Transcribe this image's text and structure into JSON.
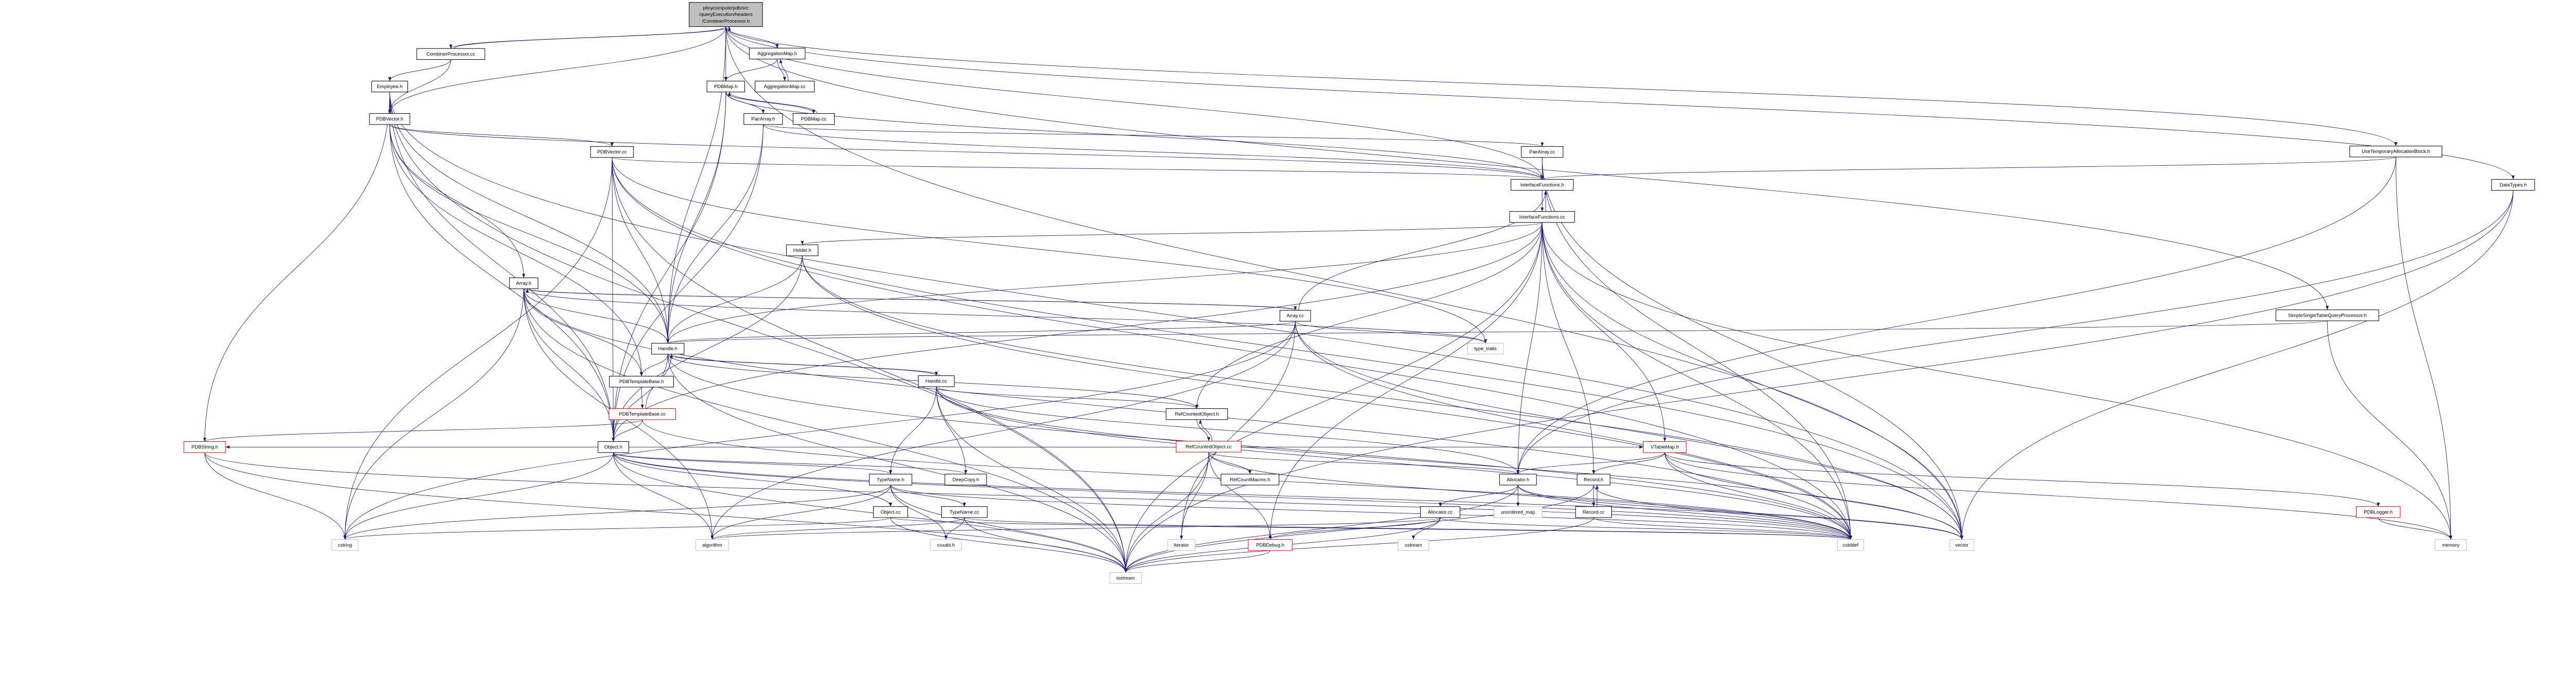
{
  "graph": {
    "edge_color": "#191970",
    "root_fill": "#bfbfbf",
    "external_border": "#bfbfbf",
    "missing_border": "#ff0000",
    "nodes": {
      "root": {
        "lines": [
          "plinycompute/pdb/src",
          "/queryExecution/headers",
          "/CombinerProcessor.h"
        ],
        "kind": "root"
      },
      "combinerprocessor_cc": {
        "label": "CombinerProcessor.cc",
        "kind": "normal"
      },
      "aggregationmap_h": {
        "label": "AggregationMap.h",
        "kind": "normal"
      },
      "pdbmap_h": {
        "label": "PDBMap.h",
        "kind": "normal"
      },
      "aggregationmap_cc": {
        "label": "AggregationMap.cc",
        "kind": "normal"
      },
      "employee_h": {
        "label": "Employee.h",
        "kind": "normal"
      },
      "pdbvector_h": {
        "label": "PDBVector.h",
        "kind": "normal"
      },
      "pairarray_h": {
        "label": "PairArray.h",
        "kind": "normal"
      },
      "pdbmap_cc": {
        "label": "PDBMap.cc",
        "kind": "normal"
      },
      "pdbvector_cc": {
        "label": "PDBVector.cc",
        "kind": "normal"
      },
      "usetemporaryallocationblock_h": {
        "label": "UseTemporaryAllocationBlock.h",
        "kind": "normal"
      },
      "pairarray_cc": {
        "label": "PairArray.cc",
        "kind": "normal"
      },
      "interfacefunctions_h": {
        "label": "InterfaceFunctions.h",
        "kind": "normal"
      },
      "datatypes_h": {
        "label": "DataTypes.h",
        "kind": "normal"
      },
      "interfacefunctions_cc": {
        "label": "InterfaceFunctions.cc",
        "kind": "normal"
      },
      "holder_h": {
        "label": "Holder.h",
        "kind": "normal"
      },
      "array_h": {
        "label": "Array.h",
        "kind": "normal"
      },
      "array_cc": {
        "label": "Array.cc",
        "kind": "normal"
      },
      "simplesingletablequeryprocessor_h": {
        "label": "SimpleSingleTableQueryProcessor.h",
        "kind": "normal"
      },
      "type_traits": {
        "label": "type_traits",
        "kind": "external"
      },
      "handle_h": {
        "label": "Handle.h",
        "kind": "normal"
      },
      "pdbtemplatebase_h": {
        "label": "PDBTemplateBase.h",
        "kind": "normal"
      },
      "handle_cc": {
        "label": "Handle.cc",
        "kind": "normal"
      },
      "pdbtemplatebase_cc": {
        "label": "PDBTemplateBase.cc",
        "kind": "missing"
      },
      "refcountedobject_h": {
        "label": "RefCountedObject.h",
        "kind": "normal"
      },
      "pdbstring_h": {
        "label": "PDBString.h",
        "kind": "missing"
      },
      "object_h": {
        "label": "Object.h",
        "kind": "normal"
      },
      "refcountedobject_cc": {
        "label": "RefCountedObject.cc",
        "kind": "missing"
      },
      "vtablemap_h": {
        "label": "VTableMap.h",
        "kind": "missing"
      },
      "typename_h": {
        "label": "TypeName.h",
        "kind": "normal"
      },
      "deepcopy_h": {
        "label": "DeepCopy.h",
        "kind": "normal"
      },
      "refcountmacros_h": {
        "label": "RefCountMacros.h",
        "kind": "normal"
      },
      "allocator_h": {
        "label": "Allocator.h",
        "kind": "normal"
      },
      "record_h": {
        "label": "Record.h",
        "kind": "normal"
      },
      "object_cc": {
        "label": "Object.cc",
        "kind": "normal"
      },
      "typename_cc": {
        "label": "TypeName.cc",
        "kind": "normal"
      },
      "allocator_cc": {
        "label": "Allocator.cc",
        "kind": "normal"
      },
      "unordered_map": {
        "label": "unordered_map",
        "kind": "external"
      },
      "record_cc": {
        "label": "Record.cc",
        "kind": "normal"
      },
      "pdblogger_h": {
        "label": "PDBLogger.h",
        "kind": "missing"
      },
      "cstring": {
        "label": "cstring",
        "kind": "external"
      },
      "algorithm": {
        "label": "algorithm",
        "kind": "external"
      },
      "cxxabi_h": {
        "label": "cxxabi.h",
        "kind": "external"
      },
      "iterator": {
        "label": "iterator",
        "kind": "external"
      },
      "pdbdebug_h": {
        "label": "PDBDebug.h",
        "kind": "missing"
      },
      "sstream": {
        "label": "sstream",
        "kind": "external"
      },
      "cstddef": {
        "label": "cstddef",
        "kind": "external"
      },
      "vector": {
        "label": "vector",
        "kind": "external"
      },
      "memory": {
        "label": "memory",
        "kind": "external"
      },
      "iostream": {
        "label": "iostream",
        "kind": "external"
      }
    },
    "edges": [
      [
        "root",
        "combinerprocessor_cc"
      ],
      [
        "combinerprocessor_cc",
        "root"
      ],
      [
        "root",
        "aggregationmap_h"
      ],
      [
        "root",
        "pdbmap_h"
      ],
      [
        "root",
        "pdbvector_h"
      ],
      [
        "root",
        "handle_h"
      ],
      [
        "root",
        "usetemporaryallocationblock_h"
      ],
      [
        "root",
        "datatypes_h"
      ],
      [
        "root",
        "simplesingletablequeryprocessor_h"
      ],
      [
        "root",
        "interfacefunctions_h"
      ],
      [
        "root",
        "vector"
      ],
      [
        "combinerprocessor_cc",
        "employee_h"
      ],
      [
        "combinerprocessor_cc",
        "pdbvector_h"
      ],
      [
        "employee_h",
        "pdbvector_h"
      ],
      [
        "employee_h",
        "pdbstring_h"
      ],
      [
        "employee_h",
        "object_h"
      ],
      [
        "employee_h",
        "handle_h"
      ],
      [
        "employee_h",
        "iostream"
      ],
      [
        "employee_h",
        "vector"
      ],
      [
        "aggregationmap_h",
        "pdbmap_h"
      ],
      [
        "aggregationmap_h",
        "aggregationmap_cc"
      ],
      [
        "aggregationmap_cc",
        "aggregationmap_h"
      ],
      [
        "pdbmap_h",
        "pairarray_h"
      ],
      [
        "pdbmap_h",
        "pdbmap_cc"
      ],
      [
        "pdbmap_cc",
        "pdbmap_h"
      ],
      [
        "pdbmap_h",
        "handle_h"
      ],
      [
        "pdbmap_h",
        "object_h"
      ],
      [
        "pdbmap_h",
        "interfacefunctions_h"
      ],
      [
        "pairarray_h",
        "pairarray_cc"
      ],
      [
        "pairarray_h",
        "handle_h"
      ],
      [
        "pairarray_h",
        "object_h"
      ],
      [
        "pairarray_h",
        "interfacefunctions_h"
      ],
      [
        "pairarray_cc",
        "interfacefunctions_h"
      ],
      [
        "pairarray_cc",
        "cstddef"
      ],
      [
        "pairarray_cc",
        "vector"
      ],
      [
        "pdbvector_h",
        "pdbvector_cc"
      ],
      [
        "pdbvector_h",
        "array_h"
      ],
      [
        "pdbvector_h",
        "handle_h"
      ],
      [
        "pdbvector_h",
        "object_h"
      ],
      [
        "pdbvector_h",
        "interfacefunctions_h"
      ],
      [
        "pdbvector_h",
        "pdbtemplatebase_h"
      ],
      [
        "pdbvector_cc",
        "handle_h"
      ],
      [
        "pdbvector_cc",
        "object_h"
      ],
      [
        "pdbvector_cc",
        "interfacefunctions_h"
      ],
      [
        "pdbvector_cc",
        "type_traits"
      ],
      [
        "pdbvector_cc",
        "cstddef"
      ],
      [
        "pdbvector_cc",
        "vector"
      ],
      [
        "pdbvector_cc",
        "cstring"
      ],
      [
        "pdbvector_cc",
        "iostream"
      ],
      [
        "interfacefunctions_h",
        "interfacefunctions_cc"
      ],
      [
        "interfacefunctions_cc",
        "interfacefunctions_h"
      ],
      [
        "interfacefunctions_cc",
        "handle_h"
      ],
      [
        "interfacefunctions_cc",
        "object_h"
      ],
      [
        "interfacefunctions_cc",
        "holder_h"
      ],
      [
        "interfacefunctions_cc",
        "refcountedobject_h"
      ],
      [
        "interfacefunctions_cc",
        "vtablemap_h"
      ],
      [
        "interfacefunctions_cc",
        "allocator_h"
      ],
      [
        "interfacefunctions_cc",
        "record_h"
      ],
      [
        "interfacefunctions_cc",
        "pdbdebug_h"
      ],
      [
        "interfacefunctions_cc",
        "iostream"
      ],
      [
        "interfacefunctions_cc",
        "cstddef"
      ],
      [
        "interfacefunctions_cc",
        "vector"
      ],
      [
        "interfacefunctions_cc",
        "memory"
      ],
      [
        "holder_h",
        "handle_h"
      ],
      [
        "holder_h",
        "object_h"
      ],
      [
        "holder_h",
        "cstddef"
      ],
      [
        "holder_h",
        "vector"
      ],
      [
        "array_h",
        "array_cc"
      ],
      [
        "array_h",
        "handle_h"
      ],
      [
        "array_h",
        "object_h"
      ],
      [
        "array_h",
        "pdbtemplatebase_h"
      ],
      [
        "array_h",
        "cstring"
      ],
      [
        "array_h",
        "algorithm"
      ],
      [
        "array_h",
        "iostream"
      ],
      [
        "array_h",
        "type_traits"
      ],
      [
        "array_h",
        "cstddef"
      ],
      [
        "array_cc",
        "array_h"
      ],
      [
        "array_cc",
        "handle_h"
      ],
      [
        "array_cc",
        "interfacefunctions_h"
      ],
      [
        "array_cc",
        "type_traits"
      ],
      [
        "array_cc",
        "iterator"
      ],
      [
        "array_cc",
        "cstddef"
      ],
      [
        "array_cc",
        "vector"
      ],
      [
        "array_cc",
        "cstring"
      ],
      [
        "array_cc",
        "algorithm"
      ],
      [
        "simplesingletablequeryprocessor_h",
        "handle_h"
      ],
      [
        "simplesingletablequeryprocessor_h",
        "memory"
      ],
      [
        "usetemporaryallocationblock_h",
        "interfacefunctions_h"
      ],
      [
        "usetemporaryallocationblock_h",
        "allocator_h"
      ],
      [
        "usetemporaryallocationblock_h",
        "memory"
      ],
      [
        "datatypes_h",
        "allocator_h"
      ],
      [
        "datatypes_h",
        "iostream"
      ],
      [
        "datatypes_h",
        "vector"
      ],
      [
        "handle_h",
        "pdbtemplatebase_h"
      ],
      [
        "handle_h",
        "handle_cc"
      ],
      [
        "handle_h",
        "object_h"
      ],
      [
        "handle_h",
        "refcountedobject_h"
      ],
      [
        "handle_h",
        "cstddef"
      ],
      [
        "handle_h",
        "iostream"
      ],
      [
        "handle_cc",
        "handle_h"
      ],
      [
        "handle_cc",
        "typename_h"
      ],
      [
        "handle_cc",
        "deepcopy_h"
      ],
      [
        "handle_cc",
        "refcountedobject_h"
      ],
      [
        "handle_cc",
        "allocator_h"
      ],
      [
        "handle_cc",
        "cstddef"
      ],
      [
        "handle_cc",
        "iostream"
      ],
      [
        "handle_cc",
        "vector"
      ],
      [
        "pdbtemplatebase_h",
        "pdbtemplatebase_cc"
      ],
      [
        "pdbtemplatebase_cc",
        "handle_h"
      ],
      [
        "pdbtemplatebase_cc",
        "object_h"
      ],
      [
        "pdbtemplatebase_cc",
        "pdbstring_h"
      ],
      [
        "pdbtemplatebase_cc",
        "cstddef"
      ],
      [
        "object_h",
        "typename_h"
      ],
      [
        "object_h",
        "object_cc"
      ],
      [
        "object_h",
        "deepcopy_h"
      ],
      [
        "object_h",
        "vtablemap_h"
      ],
      [
        "object_h",
        "pdbstring_h"
      ],
      [
        "object_h",
        "cstring"
      ],
      [
        "object_h",
        "algorithm"
      ],
      [
        "object_h",
        "iostream"
      ],
      [
        "object_h",
        "cstddef"
      ],
      [
        "object_h",
        "vector"
      ],
      [
        "refcountedobject_h",
        "refcountedobject_cc"
      ],
      [
        "refcountedobject_cc",
        "refcountedobject_h"
      ],
      [
        "refcountedobject_cc",
        "refcountmacros_h"
      ],
      [
        "refcountedobject_cc",
        "iterator"
      ],
      [
        "refcountedobject_cc",
        "allocator_h"
      ],
      [
        "refcountedobject_cc",
        "pdbdebug_h"
      ],
      [
        "refcountedobject_cc",
        "cstddef"
      ],
      [
        "refcountedobject_cc",
        "iostream"
      ],
      [
        "vtablemap_h",
        "allocator_h"
      ],
      [
        "vtablemap_h",
        "record_h"
      ],
      [
        "vtablemap_h",
        "pdblogger_h"
      ],
      [
        "vtablemap_h",
        "cstddef"
      ],
      [
        "vtablemap_h",
        "vector"
      ],
      [
        "vtablemap_h",
        "memory"
      ],
      [
        "typename_h",
        "typename_cc"
      ],
      [
        "typename_h",
        "cxxabi_h"
      ],
      [
        "typename_h",
        "cstring"
      ],
      [
        "typename_h",
        "algorithm"
      ],
      [
        "typename_h",
        "iostream"
      ],
      [
        "typename_h",
        "cstddef"
      ],
      [
        "typename_cc",
        "cxxabi_h"
      ],
      [
        "typename_cc",
        "iostream"
      ],
      [
        "typename_cc",
        "algorithm"
      ],
      [
        "typename_cc",
        "cstddef"
      ],
      [
        "object_cc",
        "cstring"
      ],
      [
        "object_cc",
        "iostream"
      ],
      [
        "object_cc",
        "cstddef"
      ],
      [
        "allocator_h",
        "allocator_cc"
      ],
      [
        "allocator_h",
        "unordered_map"
      ],
      [
        "allocator_h",
        "iostream"
      ],
      [
        "allocator_h",
        "cstddef"
      ],
      [
        "allocator_h",
        "vector"
      ],
      [
        "allocator_cc",
        "sstream"
      ],
      [
        "allocator_cc",
        "iostream"
      ],
      [
        "allocator_cc",
        "algorithm"
      ],
      [
        "allocator_cc",
        "cstddef"
      ],
      [
        "allocator_cc",
        "pdbdebug_h"
      ],
      [
        "record_h",
        "record_cc"
      ],
      [
        "record_cc",
        "record_h"
      ],
      [
        "record_h",
        "cstddef"
      ],
      [
        "record_h",
        "iostream"
      ],
      [
        "record_cc",
        "cstddef"
      ],
      [
        "record_cc",
        "iostream"
      ],
      [
        "pdblogger_h",
        "memory"
      ],
      [
        "pdbdebug_h",
        "iostream"
      ],
      [
        "pdbstring_h",
        "cstring"
      ],
      [
        "pdbstring_h",
        "iostream"
      ],
      [
        "pdbstring_h",
        "cstddef"
      ]
    ]
  }
}
